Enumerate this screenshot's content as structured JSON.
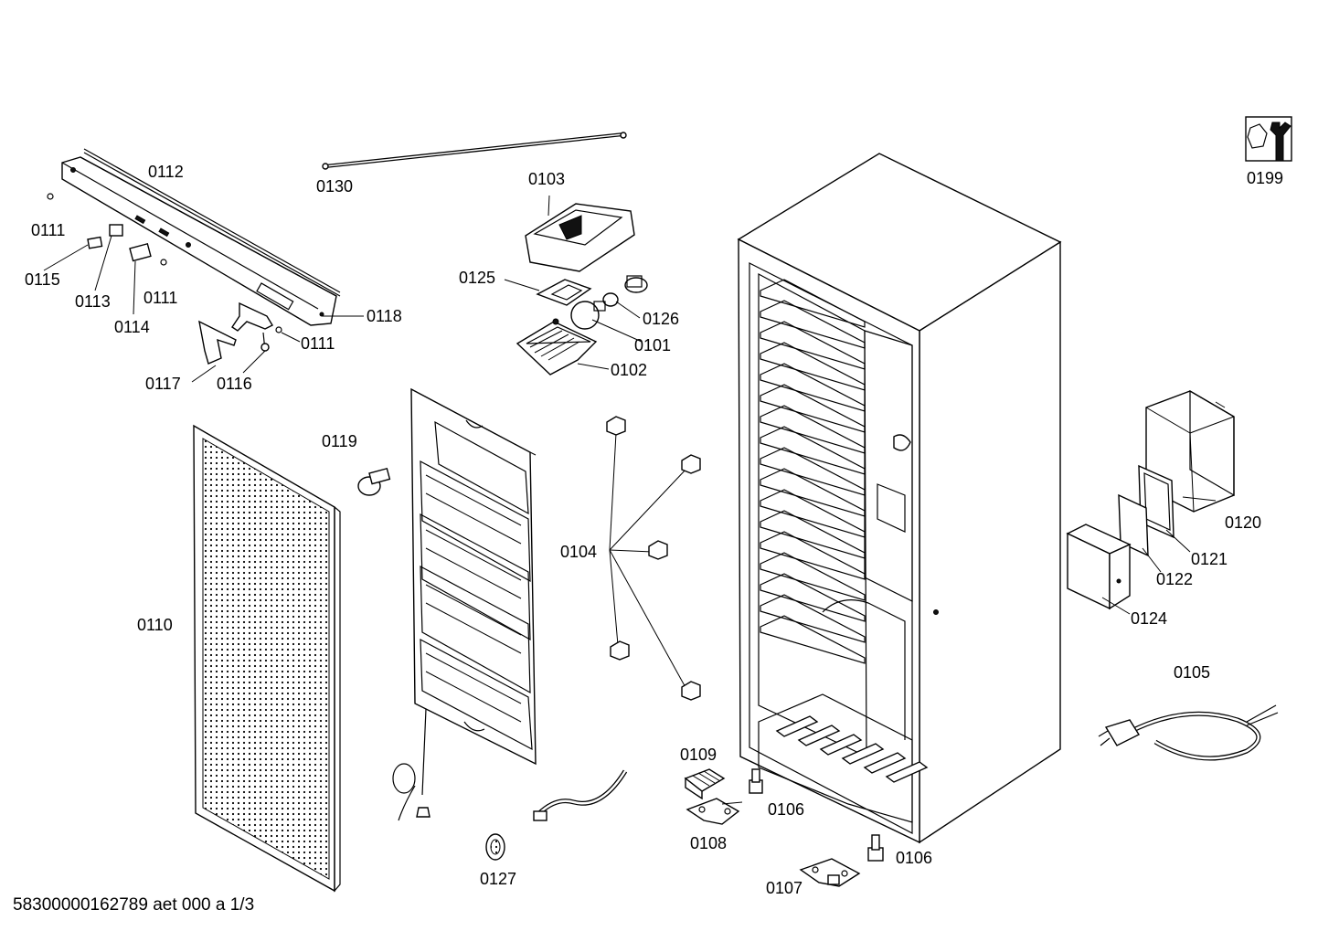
{
  "labels": {
    "l0112": "0112",
    "l0130": "0130",
    "l0103": "0103",
    "l0199": "0199",
    "l0111a": "0111",
    "l0115": "0115",
    "l0113": "0113",
    "l0114": "0114",
    "l0111b": "0111",
    "l0118": "0118",
    "l0111c": "0111",
    "l0117": "0117",
    "l0116": "0116",
    "l0125": "0125",
    "l0126": "0126",
    "l0101": "0101",
    "l0102": "0102",
    "l0119": "0119",
    "l0104": "0104",
    "l0110": "0110",
    "l0120": "0120",
    "l0121": "0121",
    "l0122": "0122",
    "l0124": "0124",
    "l0105": "0105",
    "l0109": "0109",
    "l0106a": "0106",
    "l0108": "0108",
    "l0106b": "0106",
    "l0107": "0107",
    "l0127": "0127"
  },
  "footer": "58300000162789 aet 000 a 1/3"
}
